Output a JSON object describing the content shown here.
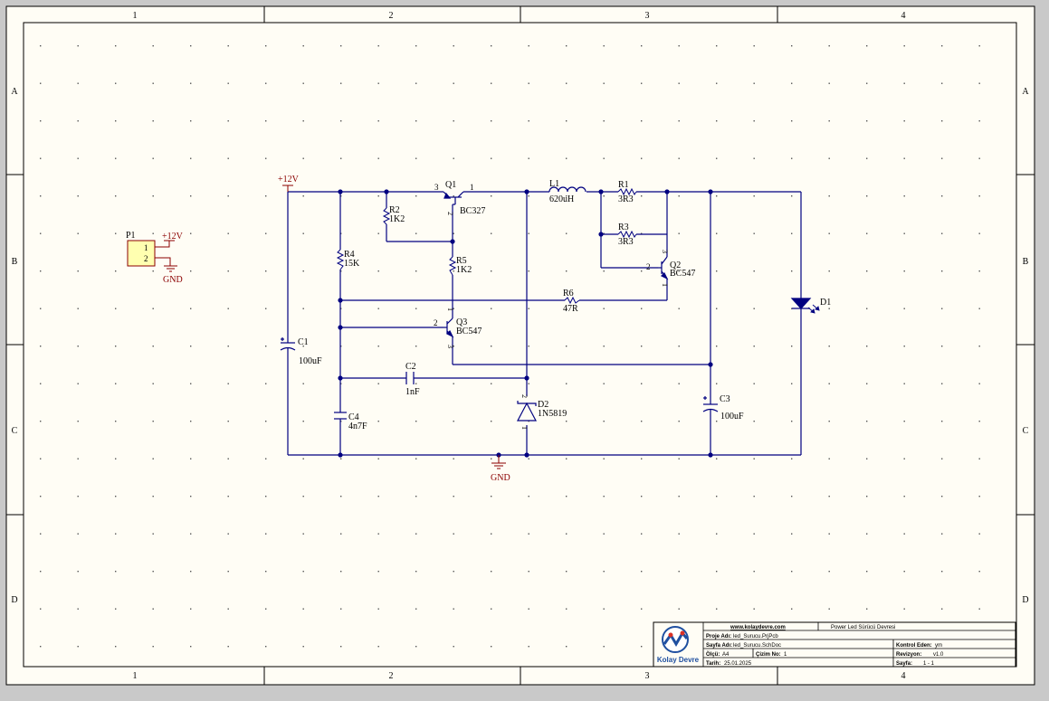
{
  "frame": {
    "columns": [
      "1",
      "2",
      "3",
      "4"
    ],
    "rows": [
      "A",
      "B",
      "C",
      "D"
    ]
  },
  "components": {
    "p1": {
      "ref": "P1",
      "pin1": "1",
      "pin2": "2",
      "net_12v": "+12V",
      "net_gnd": "GND"
    },
    "q1": {
      "ref": "Q1",
      "value": "BC327",
      "pin3": "3",
      "pin1": "1",
      "pin2": "2"
    },
    "l1": {
      "ref": "L1",
      "value": "620uH"
    },
    "r1": {
      "ref": "R1",
      "value": "3R3"
    },
    "r3": {
      "ref": "R3",
      "value": "3R3"
    },
    "r2": {
      "ref": "R2",
      "value": "1K2"
    },
    "r4": {
      "ref": "R4",
      "value": "15K"
    },
    "r5": {
      "ref": "R5",
      "value": "1K2"
    },
    "r6": {
      "ref": "R6",
      "value": "47R"
    },
    "q2": {
      "ref": "Q2",
      "value": "BC547",
      "pin2": "2",
      "pin1": "1",
      "pin3": "3"
    },
    "q3": {
      "ref": "Q3",
      "value": "BC547",
      "pin2": "2",
      "pin1": "1",
      "pin3": "3"
    },
    "c1": {
      "ref": "C1",
      "value": "100uF"
    },
    "c2": {
      "ref": "C2",
      "value": "1nF"
    },
    "c3": {
      "ref": "C3",
      "value": "100uF"
    },
    "c4": {
      "ref": "C4",
      "value": "4n7F"
    },
    "d1": {
      "ref": "D1"
    },
    "d2": {
      "ref": "D2",
      "value": "1N5819",
      "pin1": "1",
      "pin2": "2"
    },
    "net_12v": "+12V",
    "net_gnd": "GND"
  },
  "title_block": {
    "website": "www.kolaydevre.com",
    "title": "Power Led Sürücü Devresi",
    "logo_text": "Kolay Devre",
    "project_label": "Proje Adı:",
    "project_value": "led_Surucu.PrjPcb",
    "page_name_label": "Sayfa Adı:",
    "page_name_value": "led_Surucu.SchDoc",
    "size_label": "Ölçü:",
    "size_value": "A4",
    "drawing_no_label": "Çizim No:",
    "drawing_no_value": "1",
    "date_label": "Tarih:",
    "date_value": "25.01.2025",
    "checked_label": "Kontrol Eden:",
    "checked_value": "ym",
    "revision_label": "Revizyon:",
    "revision_value": "v1.0",
    "sheet_label": "Sayfa:",
    "sheet_value": "1 - 1"
  },
  "colors": {
    "wire": "#000080",
    "part": "#000080",
    "designator": "#000080",
    "power_port": "#8B0000",
    "sheet_bg": "#FFFDF5",
    "connector_fill": "#FFFFB0"
  }
}
